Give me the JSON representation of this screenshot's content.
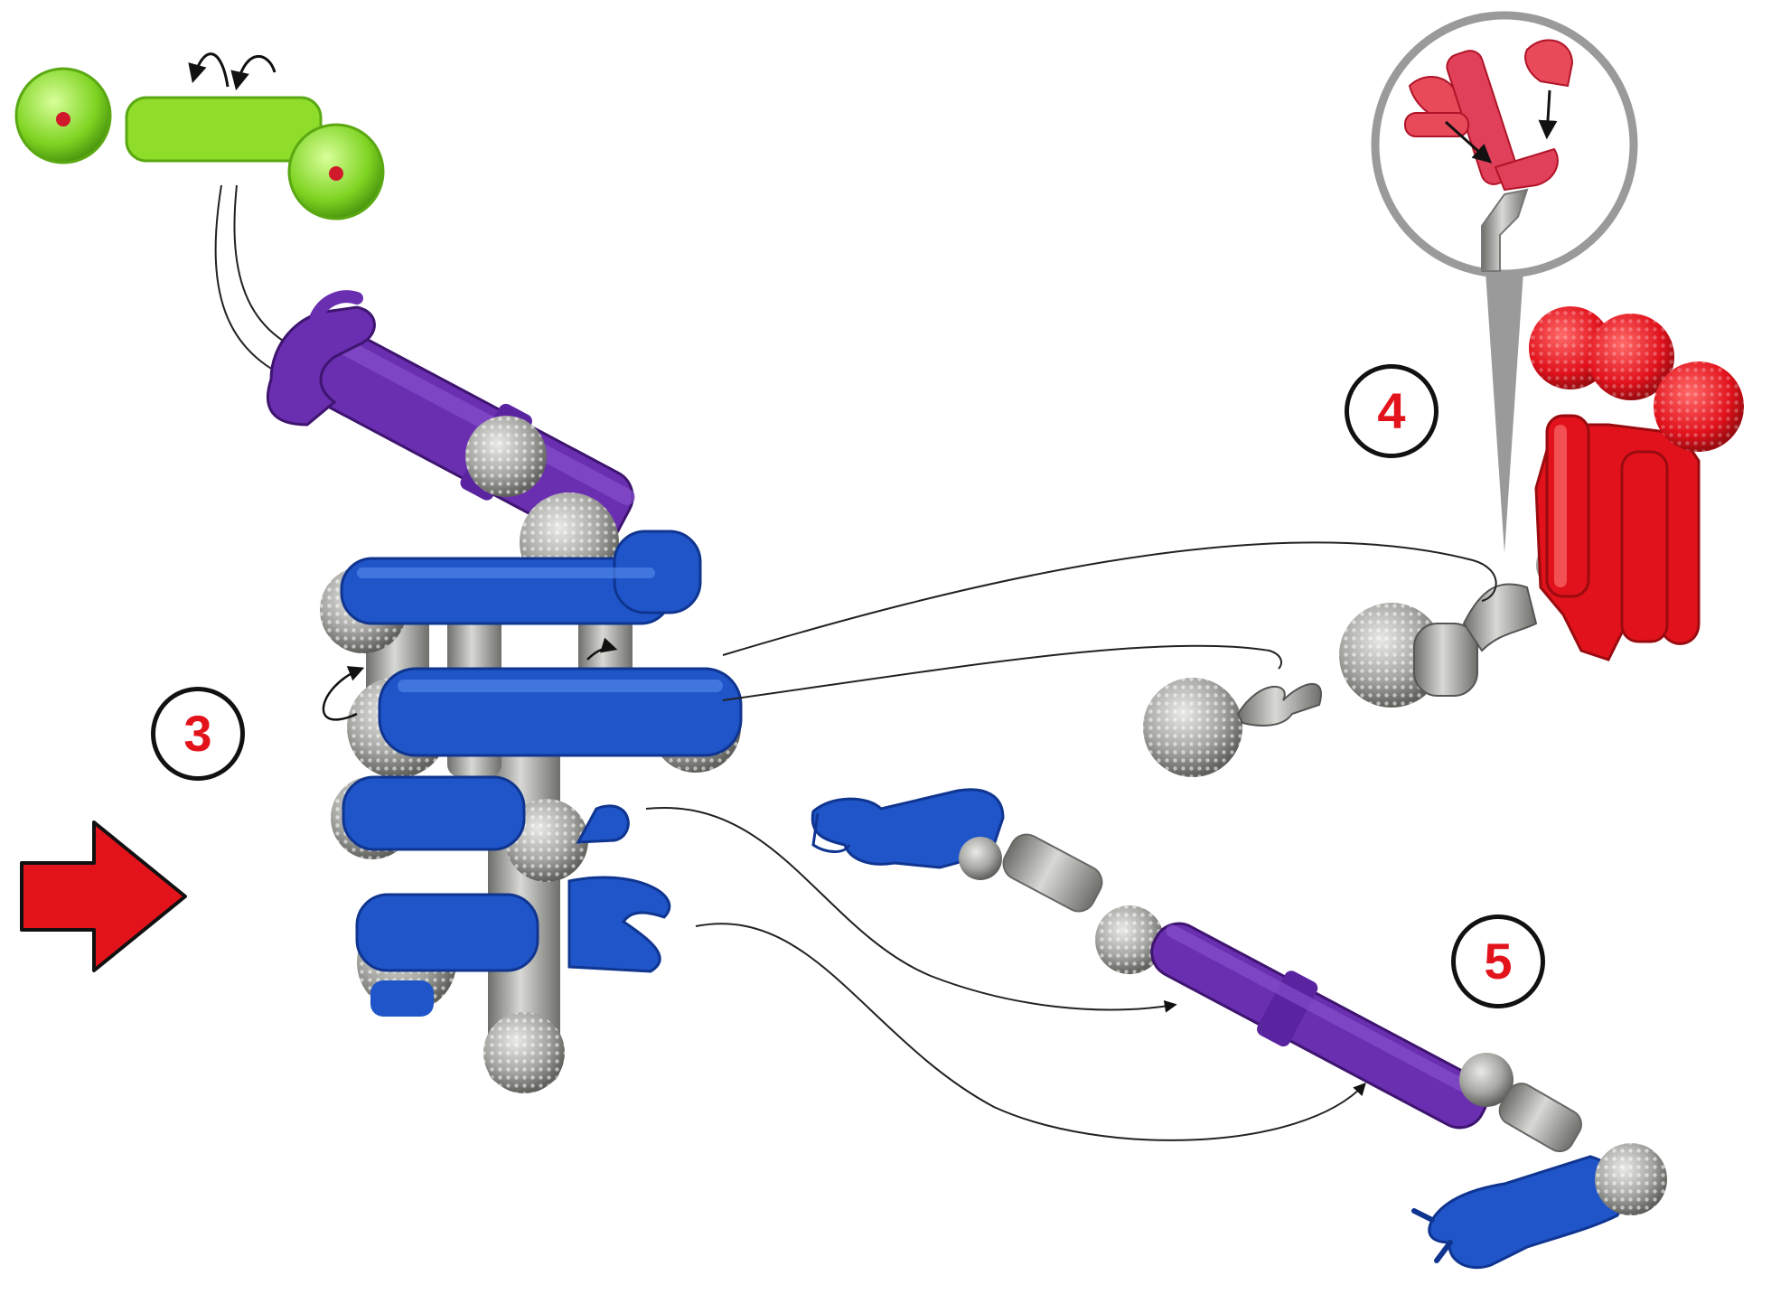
{
  "steps": [
    {
      "number": "3"
    },
    {
      "number": "4"
    },
    {
      "number": "5"
    }
  ],
  "colors": {
    "step_number": "#e3131b",
    "arrow": "#e3131b",
    "blue_part": "#1f55c8",
    "purple_part": "#6a2fb0",
    "red_part": "#e1121c",
    "green_part": "#7ed321",
    "metal": "#a8a8a4",
    "connector_line": "#222222"
  }
}
